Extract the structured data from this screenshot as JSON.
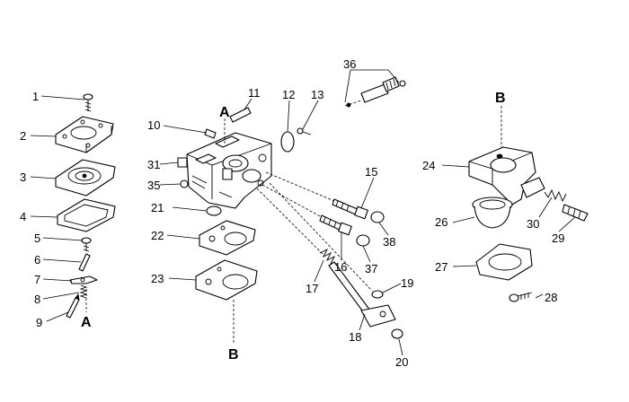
{
  "callouts": {
    "n1": "1",
    "n2": "2",
    "n3": "3",
    "n4": "4",
    "n5": "5",
    "n6": "6",
    "n7": "7",
    "n8": "8",
    "n9": "9",
    "n10": "10",
    "n11": "11",
    "n12": "12",
    "n13": "13",
    "n15": "15",
    "n16": "16",
    "n17": "17",
    "n18": "18",
    "n19": "19",
    "n20": "20",
    "n21": "21",
    "n22": "22",
    "n23": "23",
    "n24": "24",
    "n26": "26",
    "n27": "27",
    "n28": "28",
    "n29": "29",
    "n30": "30",
    "n31": "31",
    "n35": "35",
    "n36": "36",
    "n37": "37",
    "n38": "38"
  },
  "refs": {
    "a_top": "A",
    "a_bottom": "A",
    "b_bottom": "B",
    "b_right": "B"
  }
}
